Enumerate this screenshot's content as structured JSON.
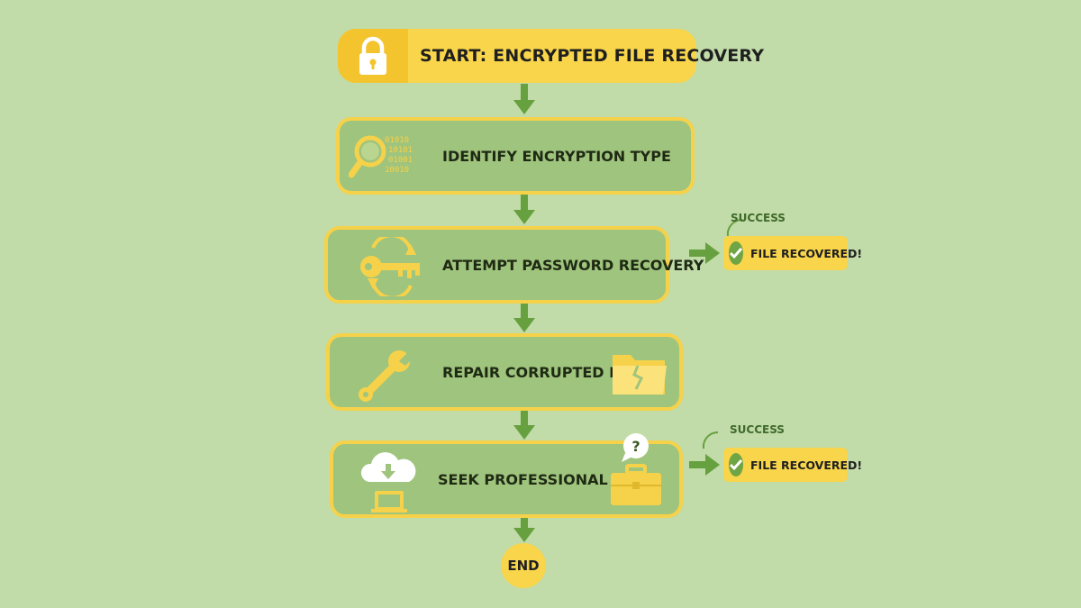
{
  "start": {
    "label": "START: ENCRYPTED FILE RECOVERY",
    "icon": "lock-icon"
  },
  "steps": [
    {
      "label": "IDENTIFY ENCRYPTION TYPE",
      "icon": "magnifier-binary-icon",
      "binary_text": "01010 10101 01001 10010"
    },
    {
      "label": "ATTEMPT PASSWORD RECOVERY",
      "icon": "key-refresh-icon"
    },
    {
      "label": "REPAIR CORRUPTED FILE",
      "icon": "wrench-icon",
      "secondary_icon": "broken-folder-icon"
    },
    {
      "label": "SEEK PROFESSIONAL HELP",
      "icon": "cloud-download-computer-icon",
      "secondary_icon": "briefcase-question-icon",
      "question_mark": "?"
    }
  ],
  "branches": [
    {
      "after_step": 2,
      "condition": "SUCCESS",
      "result": "FILE RECOVERED!"
    },
    {
      "after_step": 4,
      "condition": "SUCCESS",
      "result": "FILE RECOVERED!"
    }
  ],
  "end": {
    "label": "END"
  },
  "colors": {
    "background": "#c1dba9",
    "step_fill": "#9fc47d",
    "accent_yellow": "#f8d54a",
    "arrow_green": "#67a03f",
    "text_dark": "#1f2a14"
  }
}
